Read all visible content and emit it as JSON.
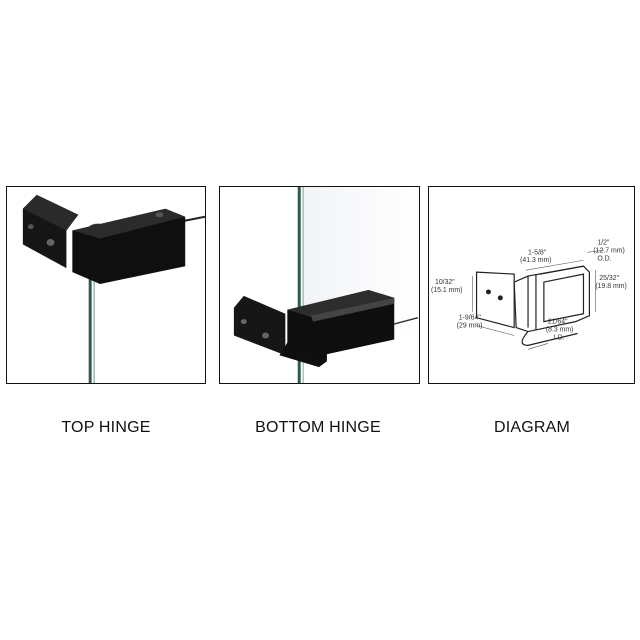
{
  "panels": [
    {
      "caption": "TOP HINGE",
      "image": "top-hinge-photo"
    },
    {
      "caption": "BOTTOM HINGE",
      "image": "bottom-hinge-photo"
    },
    {
      "caption": "DIAGRAM",
      "image": "hinge-dimension-diagram"
    }
  ],
  "diagram": {
    "dims": [
      {
        "line1": "1/2\"",
        "line2": "(12.7 mm)",
        "line3": "O.D."
      },
      {
        "line1": "1-5/8\"",
        "line2": "(41.3 mm)"
      },
      {
        "line1": "10/32\"",
        "line2": "(15.1 mm)"
      },
      {
        "line1": "25/32\"",
        "line2": "(19.8 mm)"
      },
      {
        "line1": "1-9/64\"",
        "line2": "(29 mm)"
      },
      {
        "line1": "21/64\"",
        "line2": "(8.3 mm)",
        "line3": "I.D."
      }
    ]
  },
  "colors": {
    "frame": "#111111",
    "hardware": "#141414",
    "glass_edge": "#2e5a4a"
  }
}
